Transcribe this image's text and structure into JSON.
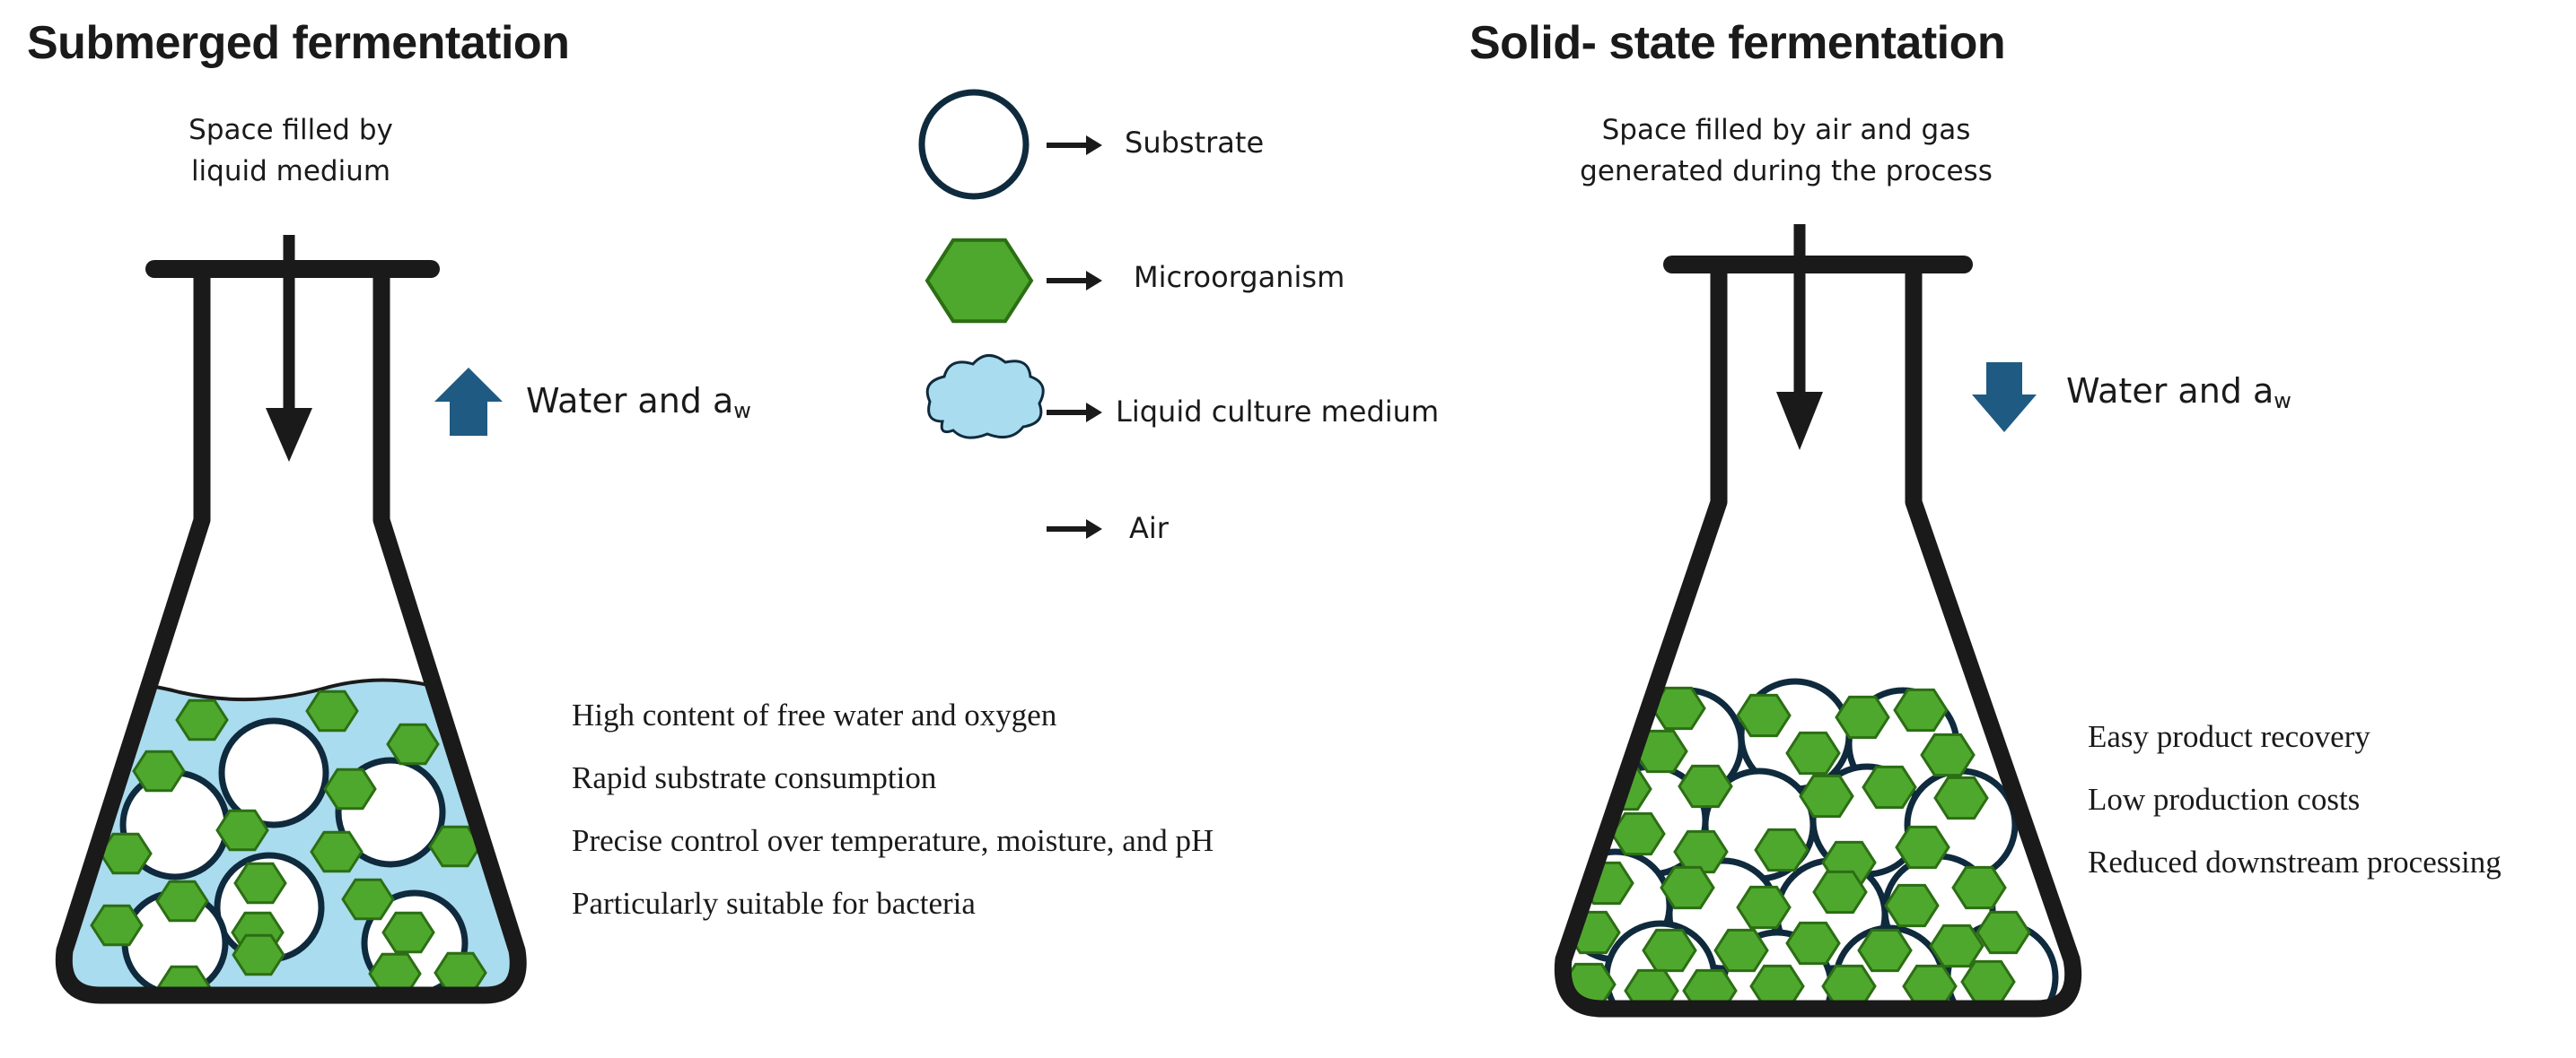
{
  "left_panel": {
    "title": "Submerged fermentation",
    "headspace_note_line1": "Space filled by",
    "headspace_note_line2": "liquid medium",
    "water_label": "Water and a",
    "water_subscript": "w",
    "water_trend": "up",
    "features": [
      "High content of free water and oxygen",
      "Rapid substrate consumption",
      "Precise control over temperature, moisture, and pH",
      "Particularly suitable for bacteria"
    ]
  },
  "right_panel": {
    "title": "Solid- state fermentation",
    "headspace_note_line1": "Space filled by air and gas",
    "headspace_note_line2": "generated during the process",
    "water_label": "Water and a",
    "water_subscript": "w",
    "water_trend": "down",
    "features": [
      "Easy product recovery",
      "Low production costs",
      "Reduced downstream processing"
    ]
  },
  "legend": [
    {
      "icon": "substrate-circle-icon",
      "label": "Substrate"
    },
    {
      "icon": "microorganism-hexagon-icon",
      "label": "Microorganism"
    },
    {
      "icon": "liquid-cloud-icon",
      "label": "Liquid culture medium"
    },
    {
      "icon": "none",
      "label": "Air"
    }
  ],
  "colors": {
    "outline": "#1a1a1a",
    "substrate_stroke": "#0f2a3d",
    "microorganism_fill": "#4ea82d",
    "microorganism_stroke": "#2c6e14",
    "liquid_medium": "#a9dcee",
    "water_arrow": "#1f5a82"
  }
}
